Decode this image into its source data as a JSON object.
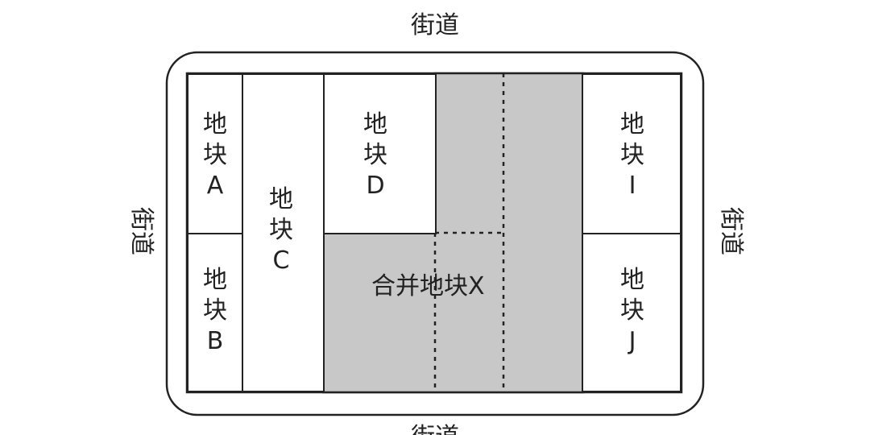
{
  "streets": {
    "top": "街道",
    "bottom": "街道",
    "left": "街道",
    "right": "街道"
  },
  "blocks": {
    "a": {
      "line1": "地",
      "line2": "块",
      "line3": "A"
    },
    "b": {
      "line1": "地",
      "line2": "块",
      "line3": "B"
    },
    "c": {
      "line1": "地",
      "line2": "块",
      "line3": "C"
    },
    "d": {
      "line1": "地",
      "line2": "块",
      "line3": "D"
    },
    "i": {
      "line1": "地",
      "line2": "块",
      "line3": "I"
    },
    "j": {
      "line1": "地",
      "line2": "块",
      "line3": "J"
    }
  },
  "merged_block": {
    "label": "合并地块X",
    "fill_color": "#c8c8c8"
  },
  "colors": {
    "line": "#222222",
    "background": "#ffffff"
  }
}
